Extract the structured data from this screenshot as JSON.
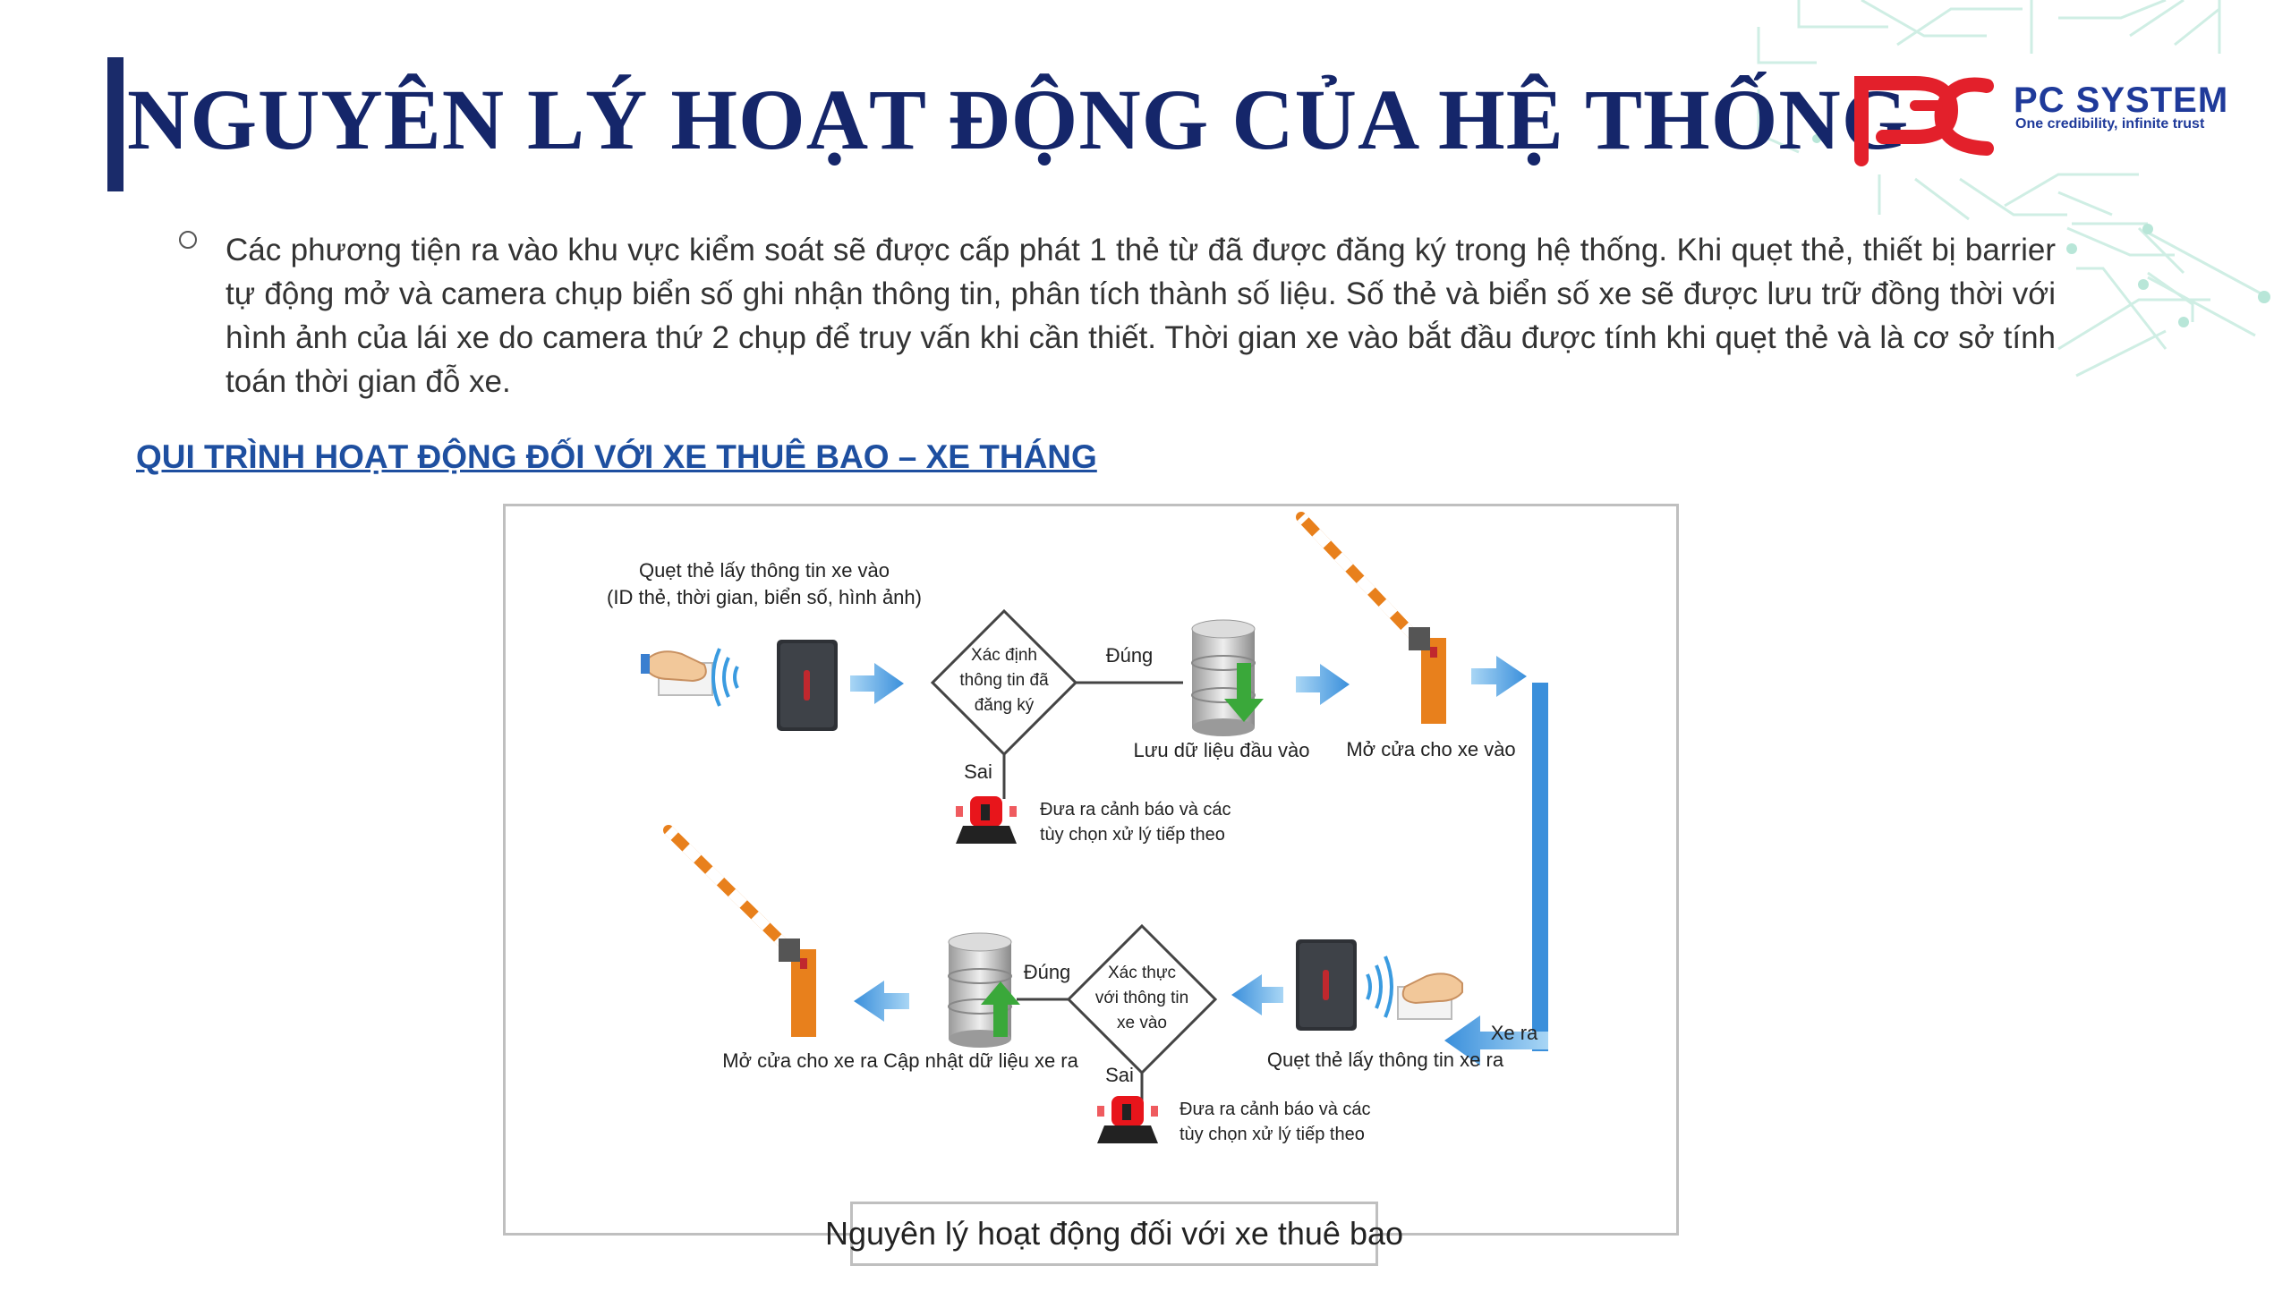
{
  "slide": {
    "title": "NGUYÊN LÝ HOẠT ĐỘNG CỦA HỆ THỐNG",
    "logo": {
      "name": "PC SYSTEM",
      "tagline": "One credibility, infinite trust",
      "colors": {
        "red": "#e3202b",
        "blue": "#1f3a9a"
      }
    },
    "paragraph": "Các phương tiện ra vào khu vực kiểm soát sẽ được cấp phát 1 thẻ từ đã được đăng ký trong hệ thống. Khi quẹt thẻ, thiết bị barrier tự động mở và camera chụp biển số ghi nhận thông tin, phân tích thành số liệu. Số thẻ và biển số xe sẽ được lưu trữ đồng thời với hình ảnh của lái xe do camera thứ 2 chụp để truy vấn khi cần thiết. Thời gian xe vào bắt đầu được tính khi quẹt thẻ và là cơ sở tính toán thời gian đỗ xe.",
    "section_heading": "QUI TRÌNH HOẠT ĐỘNG ĐỐI VỚI XE THUÊ BAO – XE THÁNG"
  },
  "diagram": {
    "caption": "Nguyên lý hoạt động đối với xe thuê bao",
    "entry": {
      "swipe_label_1": "Quẹt thẻ lấy thông tin xe vào",
      "swipe_label_2": "(ID thẻ, thời gian, biển số, hình ảnh)",
      "decision_1": "Xác định",
      "decision_2": "thông tin đã",
      "decision_3": "đăng ký",
      "yes": "Đúng",
      "no": "Sai",
      "store_label": "Lưu dữ liệu đầu vào",
      "open_label": "Mở cửa cho xe vào",
      "alarm_1": "Đưa ra cảnh báo và các",
      "alarm_2": "tùy chọn xử lý tiếp theo"
    },
    "exit": {
      "xe_ra": "Xe ra",
      "swipe_label": "Quẹt thẻ lấy thông tin xe ra",
      "decision_1": "Xác thực",
      "decision_2": "với thông tin",
      "decision_3": "xe vào",
      "yes": "Đúng",
      "no": "Sai",
      "update_label": "Cập nhật dữ liệu xe ra",
      "open_label": "Mở cửa cho xe ra",
      "alarm_1": "Đưa ra cảnh báo và các",
      "alarm_2": "tùy chọn xử lý tiếp theo"
    },
    "colors": {
      "arrow": "#3a9be0",
      "barrier_orange": "#e8801c",
      "alarm_red": "#e8151b"
    }
  }
}
